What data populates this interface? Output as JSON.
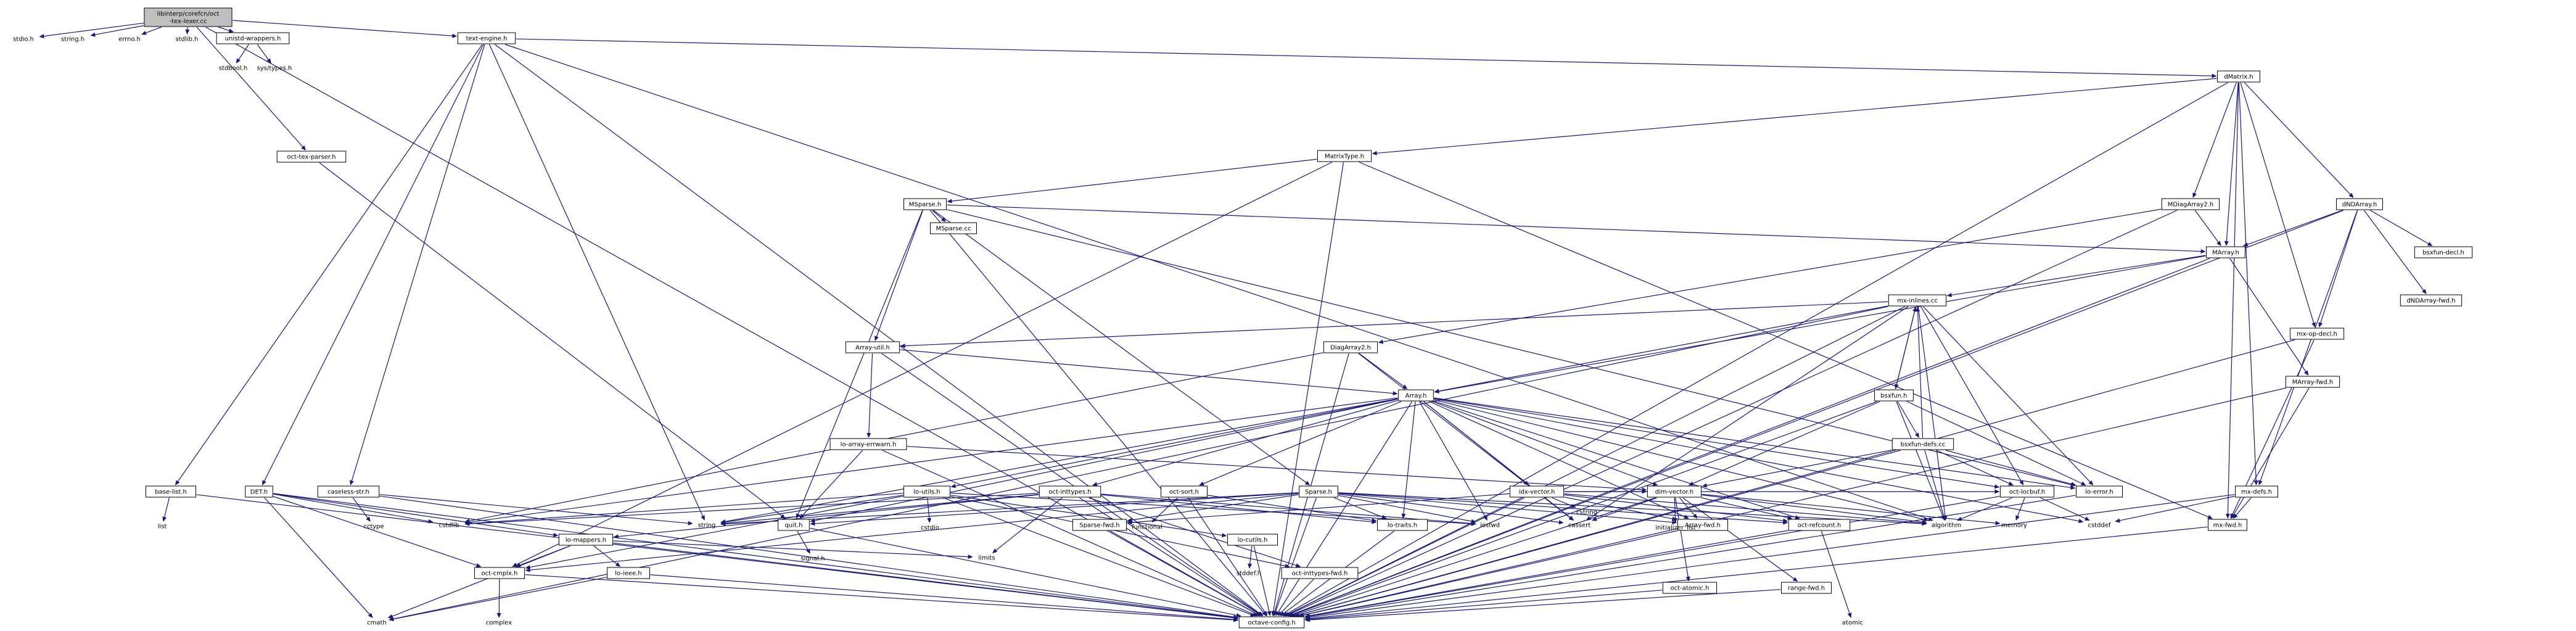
{
  "graph": {
    "root": "n0",
    "colors": {
      "background": "#ffffff",
      "edge": "#191970",
      "box_stroke": "#000000",
      "root_fill": "#bfbfbf"
    },
    "nodes": [
      {
        "id": "n0",
        "lines": [
          "libinterp/corefcn/oct",
          "-tex-lexer.cc"
        ],
        "boxed": true
      },
      {
        "id": "n1",
        "lines": [
          "stdio.h"
        ],
        "boxed": false
      },
      {
        "id": "n2",
        "lines": [
          "string.h"
        ],
        "boxed": false
      },
      {
        "id": "n3",
        "lines": [
          "errno.h"
        ],
        "boxed": false
      },
      {
        "id": "n4",
        "lines": [
          "stdlib.h"
        ],
        "boxed": false
      },
      {
        "id": "n5",
        "lines": [
          "unistd-wrappers.h"
        ],
        "boxed": true
      },
      {
        "id": "n6",
        "lines": [
          "stdbool.h"
        ],
        "boxed": false
      },
      {
        "id": "n7",
        "lines": [
          "sys/types.h"
        ],
        "boxed": false
      },
      {
        "id": "n8",
        "lines": [
          "oct-tex-parser.h"
        ],
        "boxed": true
      },
      {
        "id": "n9",
        "lines": [
          "text-engine.h"
        ],
        "boxed": true
      },
      {
        "id": "n10",
        "lines": [
          "dMatrix.h"
        ],
        "boxed": true
      },
      {
        "id": "n11",
        "lines": [
          "MatrixType.h"
        ],
        "boxed": true
      },
      {
        "id": "n12",
        "lines": [
          "MSparse.h"
        ],
        "boxed": true
      },
      {
        "id": "n13",
        "lines": [
          "MSparse.cc"
        ],
        "boxed": true
      },
      {
        "id": "n14",
        "lines": [
          "MDiagArray2.h"
        ],
        "boxed": true
      },
      {
        "id": "n15",
        "lines": [
          "dNDArray.h"
        ],
        "boxed": true
      },
      {
        "id": "n16",
        "lines": [
          "bsxfun-decl.h"
        ],
        "boxed": true
      },
      {
        "id": "n17",
        "lines": [
          "dNDArray-fwd.h"
        ],
        "boxed": true
      },
      {
        "id": "n18",
        "lines": [
          "MArray.h"
        ],
        "boxed": true
      },
      {
        "id": "n19",
        "lines": [
          "mx-inlines.cc"
        ],
        "boxed": true
      },
      {
        "id": "n20",
        "lines": [
          "mx-op-decl.h"
        ],
        "boxed": true
      },
      {
        "id": "n21",
        "lines": [
          "MArray-fwd.h"
        ],
        "boxed": true
      },
      {
        "id": "n22",
        "lines": [
          "Array-util.h"
        ],
        "boxed": true
      },
      {
        "id": "n23",
        "lines": [
          "DiagArray2.h"
        ],
        "boxed": true
      },
      {
        "id": "n24",
        "lines": [
          "Array.h"
        ],
        "boxed": true
      },
      {
        "id": "n25",
        "lines": [
          "bsxfun.h"
        ],
        "boxed": true
      },
      {
        "id": "n26",
        "lines": [
          "lo-array-errwarn.h"
        ],
        "boxed": true
      },
      {
        "id": "n27",
        "lines": [
          "base-list.h"
        ],
        "boxed": true
      },
      {
        "id": "n28",
        "lines": [
          "DET.h"
        ],
        "boxed": true
      },
      {
        "id": "n29",
        "lines": [
          "caseless-str.h"
        ],
        "boxed": true
      },
      {
        "id": "n30",
        "lines": [
          "list"
        ],
        "boxed": false
      },
      {
        "id": "n31",
        "lines": [
          "cctype"
        ],
        "boxed": false
      },
      {
        "id": "n32",
        "lines": [
          "idx-vector.h"
        ],
        "boxed": true
      },
      {
        "id": "n33",
        "lines": [
          "bsxfun-defs.cc"
        ],
        "boxed": true
      },
      {
        "id": "n34",
        "lines": [
          "lo-utils.h"
        ],
        "boxed": true
      },
      {
        "id": "n35",
        "lines": [
          "oct-inttypes.h"
        ],
        "boxed": true
      },
      {
        "id": "n36",
        "lines": [
          "oct-sort.h"
        ],
        "boxed": true
      },
      {
        "id": "n37",
        "lines": [
          "Sparse.h"
        ],
        "boxed": true
      },
      {
        "id": "n38",
        "lines": [
          "cstring"
        ],
        "boxed": false
      },
      {
        "id": "n39",
        "lines": [
          "dim-vector.h"
        ],
        "boxed": true
      },
      {
        "id": "n40",
        "lines": [
          "oct-locbuf.h"
        ],
        "boxed": true
      },
      {
        "id": "n41",
        "lines": [
          "lo-error.h"
        ],
        "boxed": true
      },
      {
        "id": "n42",
        "lines": [
          "mx-defs.h"
        ],
        "boxed": true
      },
      {
        "id": "n43",
        "lines": [
          "cstdlib"
        ],
        "boxed": false
      },
      {
        "id": "n44",
        "lines": [
          "string"
        ],
        "boxed": false
      },
      {
        "id": "n45",
        "lines": [
          "quit.h"
        ],
        "boxed": true
      },
      {
        "id": "n46",
        "lines": [
          "cstdio"
        ],
        "boxed": false
      },
      {
        "id": "n47",
        "lines": [
          "lo-mappers.h"
        ],
        "boxed": true
      },
      {
        "id": "n48",
        "lines": [
          "limits"
        ],
        "boxed": false
      },
      {
        "id": "n49",
        "lines": [
          "functional"
        ],
        "boxed": false
      },
      {
        "id": "n50",
        "lines": [
          "lo-traits.h"
        ],
        "boxed": true
      },
      {
        "id": "n51",
        "lines": [
          "iosfwd"
        ],
        "boxed": false
      },
      {
        "id": "n52",
        "lines": [
          "cassert"
        ],
        "boxed": false
      },
      {
        "id": "n53",
        "lines": [
          "Array-fwd.h"
        ],
        "boxed": true
      },
      {
        "id": "n54",
        "lines": [
          "initializer_list"
        ],
        "boxed": false
      },
      {
        "id": "n55",
        "lines": [
          "oct-refcount.h"
        ],
        "boxed": true
      },
      {
        "id": "n56",
        "lines": [
          "algorithm"
        ],
        "boxed": false
      },
      {
        "id": "n57",
        "lines": [
          "memory"
        ],
        "boxed": false
      },
      {
        "id": "n58",
        "lines": [
          "cstddef"
        ],
        "boxed": false
      },
      {
        "id": "n59",
        "lines": [
          "mx-fwd.h"
        ],
        "boxed": true
      },
      {
        "id": "n60",
        "lines": [
          "Sparse-fwd.h"
        ],
        "boxed": true
      },
      {
        "id": "n61",
        "lines": [
          "lo-cutils.h"
        ],
        "boxed": true
      },
      {
        "id": "n62",
        "lines": [
          "lo-ieee.h"
        ],
        "boxed": true
      },
      {
        "id": "n63",
        "lines": [
          "oct-cmplx.h"
        ],
        "boxed": true
      },
      {
        "id": "n64",
        "lines": [
          "signal.h"
        ],
        "boxed": false
      },
      {
        "id": "n65",
        "lines": [
          "stddef.h"
        ],
        "boxed": false
      },
      {
        "id": "n66",
        "lines": [
          "oct-inttypes-fwd.h"
        ],
        "boxed": true
      },
      {
        "id": "n67",
        "lines": [
          "oct-atomic.h"
        ],
        "boxed": true
      },
      {
        "id": "n68",
        "lines": [
          "range-fwd.h"
        ],
        "boxed": true
      },
      {
        "id": "n69",
        "lines": [
          "atomic"
        ],
        "boxed": false
      },
      {
        "id": "n70",
        "lines": [
          "cmath"
        ],
        "boxed": false
      },
      {
        "id": "n71",
        "lines": [
          "complex"
        ],
        "boxed": false
      },
      {
        "id": "n72",
        "lines": [
          "octave-config.h"
        ],
        "boxed": true
      }
    ],
    "edges": [
      [
        "n0",
        "n1"
      ],
      [
        "n0",
        "n2"
      ],
      [
        "n0",
        "n3"
      ],
      [
        "n0",
        "n4"
      ],
      [
        "n0",
        "n5"
      ],
      [
        "n0",
        "n8"
      ],
      [
        "n0",
        "n9"
      ],
      [
        "n0",
        "n72"
      ],
      [
        "n5",
        "n6"
      ],
      [
        "n5",
        "n7"
      ],
      [
        "n8",
        "n45"
      ],
      [
        "n9",
        "n10"
      ],
      [
        "n9",
        "n27"
      ],
      [
        "n9",
        "n28"
      ],
      [
        "n9",
        "n29"
      ],
      [
        "n9",
        "n44"
      ],
      [
        "n9",
        "n56"
      ],
      [
        "n9",
        "n72"
      ],
      [
        "n10",
        "n11"
      ],
      [
        "n10",
        "n14"
      ],
      [
        "n10",
        "n15"
      ],
      [
        "n10",
        "n18"
      ],
      [
        "n10",
        "n20"
      ],
      [
        "n10",
        "n42"
      ],
      [
        "n10",
        "n59"
      ],
      [
        "n10",
        "n72"
      ],
      [
        "n11",
        "n12"
      ],
      [
        "n11",
        "n63"
      ],
      [
        "n11",
        "n59"
      ],
      [
        "n11",
        "n72"
      ],
      [
        "n12",
        "n13"
      ],
      [
        "n12",
        "n18"
      ],
      [
        "n12",
        "n22"
      ],
      [
        "n12",
        "n37"
      ],
      [
        "n12",
        "n45"
      ],
      [
        "n12",
        "n41"
      ],
      [
        "n12",
        "n72"
      ],
      [
        "n14",
        "n18"
      ],
      [
        "n14",
        "n23"
      ],
      [
        "n14",
        "n72"
      ],
      [
        "n15",
        "n16"
      ],
      [
        "n15",
        "n17"
      ],
      [
        "n15",
        "n18"
      ],
      [
        "n15",
        "n20"
      ],
      [
        "n15",
        "n42"
      ],
      [
        "n15",
        "n72"
      ],
      [
        "n18",
        "n19"
      ],
      [
        "n18",
        "n21"
      ],
      [
        "n18",
        "n24"
      ],
      [
        "n18",
        "n72"
      ],
      [
        "n19",
        "n22"
      ],
      [
        "n19",
        "n24"
      ],
      [
        "n19",
        "n25"
      ],
      [
        "n19",
        "n40"
      ],
      [
        "n19",
        "n41"
      ],
      [
        "n19",
        "n52"
      ],
      [
        "n19",
        "n56"
      ],
      [
        "n19",
        "n70"
      ],
      [
        "n19",
        "n72"
      ],
      [
        "n20",
        "n59"
      ],
      [
        "n20",
        "n72"
      ],
      [
        "n21",
        "n59"
      ],
      [
        "n21",
        "n72"
      ],
      [
        "n22",
        "n24"
      ],
      [
        "n22",
        "n26"
      ],
      [
        "n22",
        "n72"
      ],
      [
        "n23",
        "n24"
      ],
      [
        "n23",
        "n43"
      ],
      [
        "n23",
        "n52"
      ],
      [
        "n23",
        "n72"
      ],
      [
        "n24",
        "n32"
      ],
      [
        "n24",
        "n34"
      ],
      [
        "n24",
        "n35"
      ],
      [
        "n24",
        "n36"
      ],
      [
        "n24",
        "n39"
      ],
      [
        "n24",
        "n40"
      ],
      [
        "n24",
        "n41"
      ],
      [
        "n24",
        "n44"
      ],
      [
        "n24",
        "n45"
      ],
      [
        "n24",
        "n50"
      ],
      [
        "n24",
        "n51"
      ],
      [
        "n24",
        "n52"
      ],
      [
        "n24",
        "n53"
      ],
      [
        "n24",
        "n55"
      ],
      [
        "n24",
        "n56"
      ],
      [
        "n24",
        "n58"
      ],
      [
        "n24",
        "n43"
      ],
      [
        "n24",
        "n72"
      ],
      [
        "n25",
        "n19"
      ],
      [
        "n25",
        "n33"
      ],
      [
        "n25",
        "n39"
      ],
      [
        "n25",
        "n41"
      ],
      [
        "n25",
        "n56"
      ],
      [
        "n25",
        "n72"
      ],
      [
        "n26",
        "n39"
      ],
      [
        "n26",
        "n45"
      ],
      [
        "n26",
        "n72"
      ],
      [
        "n27",
        "n30"
      ],
      [
        "n27",
        "n72"
      ],
      [
        "n28",
        "n43"
      ],
      [
        "n28",
        "n63"
      ],
      [
        "n28",
        "n70"
      ],
      [
        "n28",
        "n47"
      ],
      [
        "n28",
        "n72"
      ],
      [
        "n29",
        "n31"
      ],
      [
        "n29",
        "n44"
      ],
      [
        "n29",
        "n72"
      ],
      [
        "n32",
        "n38"
      ],
      [
        "n32",
        "n39"
      ],
      [
        "n32",
        "n40"
      ],
      [
        "n32",
        "n52"
      ],
      [
        "n32",
        "n53"
      ],
      [
        "n32",
        "n55"
      ],
      [
        "n32",
        "n56"
      ],
      [
        "n32",
        "n60"
      ],
      [
        "n32",
        "n72"
      ],
      [
        "n33",
        "n19"
      ],
      [
        "n33",
        "n39"
      ],
      [
        "n33",
        "n40"
      ],
      [
        "n33",
        "n41"
      ],
      [
        "n33",
        "n56"
      ],
      [
        "n33",
        "n72"
      ],
      [
        "n34",
        "n43"
      ],
      [
        "n34",
        "n44"
      ],
      [
        "n34",
        "n46"
      ],
      [
        "n34",
        "n51"
      ],
      [
        "n34",
        "n61"
      ],
      [
        "n34",
        "n63"
      ],
      [
        "n34",
        "n66"
      ],
      [
        "n34",
        "n72"
      ],
      [
        "n35",
        "n43"
      ],
      [
        "n35",
        "n44"
      ],
      [
        "n35",
        "n47"
      ],
      [
        "n35",
        "n48"
      ],
      [
        "n35",
        "n50"
      ],
      [
        "n35",
        "n51"
      ],
      [
        "n35",
        "n66"
      ],
      [
        "n35",
        "n72"
      ],
      [
        "n36",
        "n49"
      ],
      [
        "n36",
        "n50"
      ],
      [
        "n36",
        "n72"
      ],
      [
        "n37",
        "n44"
      ],
      [
        "n37",
        "n45"
      ],
      [
        "n37",
        "n50"
      ],
      [
        "n37",
        "n51"
      ],
      [
        "n37",
        "n52"
      ],
      [
        "n37",
        "n53"
      ],
      [
        "n37",
        "n55"
      ],
      [
        "n37",
        "n56"
      ],
      [
        "n37",
        "n60"
      ],
      [
        "n37",
        "n63"
      ],
      [
        "n37",
        "n72"
      ],
      [
        "n39",
        "n52"
      ],
      [
        "n39",
        "n53"
      ],
      [
        "n39",
        "n54"
      ],
      [
        "n39",
        "n55"
      ],
      [
        "n39",
        "n56"
      ],
      [
        "n39",
        "n57"
      ],
      [
        "n39",
        "n67"
      ],
      [
        "n39",
        "n68"
      ],
      [
        "n39",
        "n72"
      ],
      [
        "n40",
        "n56"
      ],
      [
        "n40",
        "n57"
      ],
      [
        "n40",
        "n58"
      ],
      [
        "n40",
        "n72"
      ],
      [
        "n41",
        "n72"
      ],
      [
        "n42",
        "n58"
      ],
      [
        "n42",
        "n59"
      ],
      [
        "n42",
        "n72"
      ],
      [
        "n45",
        "n64"
      ],
      [
        "n45",
        "n72"
      ],
      [
        "n47",
        "n48"
      ],
      [
        "n47",
        "n62"
      ],
      [
        "n47",
        "n63"
      ],
      [
        "n47",
        "n70"
      ],
      [
        "n47",
        "n72"
      ],
      [
        "n50",
        "n72"
      ],
      [
        "n53",
        "n72"
      ],
      [
        "n55",
        "n69"
      ],
      [
        "n55",
        "n72"
      ],
      [
        "n59",
        "n72"
      ],
      [
        "n60",
        "n72"
      ],
      [
        "n61",
        "n65"
      ],
      [
        "n61",
        "n72"
      ],
      [
        "n62",
        "n70"
      ],
      [
        "n62",
        "n72"
      ],
      [
        "n63",
        "n71"
      ],
      [
        "n63",
        "n72"
      ],
      [
        "n66",
        "n72"
      ],
      [
        "n67",
        "n72"
      ],
      [
        "n68",
        "n72"
      ]
    ]
  }
}
